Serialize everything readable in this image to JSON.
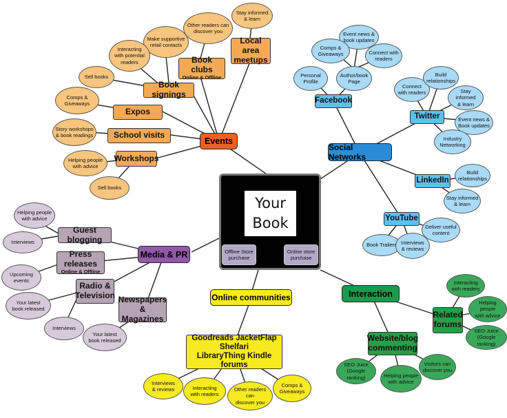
{
  "center": {
    "title": "Your\nBook",
    "offline_store": "Offline Store\npurchase",
    "online_store": "Online store\npurchase"
  },
  "hubs": {
    "events": "Events",
    "social": "Social Networks",
    "media": "Media & PR",
    "online": "Online communities",
    "interaction": "Interaction"
  },
  "events": {
    "book_signings": "Book signings",
    "book_clubs": "Book clubs",
    "book_clubs_sub": "Online & Offline",
    "local_meetups": "Local area\nmeetups",
    "expos": "Expos",
    "school_visits": "School visits",
    "workshops": "Workshops",
    "stay_informed": "Stay informed\n& learn",
    "other_readers": "Other readers can\ndiscover you",
    "supportive_retail": "Make supportive\nretail contacts",
    "interacting_potential": "Interacting\nwith potential\nreaders",
    "sell_books_1": "Sell books",
    "comps_giveaways": "Comps &\nGiveaways",
    "story_workshops": "Story workshops\n& book readings",
    "helping_people": "Helping people\nwith advice",
    "sell_books_2": "Sell books"
  },
  "social": {
    "facebook": "Facebook",
    "twitter": "Twitter",
    "linkedin": "LinkedIn",
    "youtube": "YouTube",
    "event_news": "Event news &\nbook updates",
    "fb_comps": "Comps &\nGiveaways",
    "connect_readers": "Connect with\nreaders",
    "personal_profile": "Personal\nProfile",
    "author_page": "Author/book\nPage",
    "tw_connect": "Connect\nwith readers",
    "tw_build": "Build\nrelationships",
    "tw_stay": "Stay informed\n& learn",
    "tw_event": "Event news &\nBook updates",
    "tw_industry": "Industry\nNetworking",
    "li_build": "Build\nrelationships",
    "li_stay": "Stay informed\n& learn",
    "yt_deliver": "Deliver useful\ncontent",
    "yt_trailers": "Book Trailers",
    "yt_interviews": "Interviews\n& reviews"
  },
  "media": {
    "guest_blogging": "Guest blogging",
    "press_releases": "Press releases",
    "press_sub": "Online & Offline",
    "radio_tv": "Radio &\nTelevision",
    "newspapers": "Newspapers\n& Magazines",
    "helping_people": "Helping people\nwith advice",
    "interviews_1": "Interviews",
    "upcoming_events": "Upcoming\nevents",
    "latest_book_1": "Your latest\nbook released",
    "interviews_2": "Interviews",
    "latest_book_2": "Your latest\nbook released"
  },
  "online": {
    "communities_line1": "Goodreads   JacketFlap",
    "communities_line2": "Shelfari",
    "communities_line3": "LibraryThing   Kindle forums",
    "interviews": "Interviews\n& reviews",
    "interacting": "Interacting\nwith readers",
    "other_readers": "Other readers can\ndiscover you",
    "comps": "Comps &\nGiveaways"
  },
  "interaction": {
    "related_forums": "Related\nforums",
    "website_blog": "Website/blog\ncommenting",
    "rf_interacting": "Interacting\nwith readers",
    "rf_helping": "Helping people\nwith advice",
    "rf_seo": "SEO Juice\n(Google ranking)",
    "wb_seo": "SEO Juice\n(Google ranking)",
    "wb_helping": "Helping people\nwith advice",
    "wb_visitors": "Visitors can\ndiscover you"
  }
}
